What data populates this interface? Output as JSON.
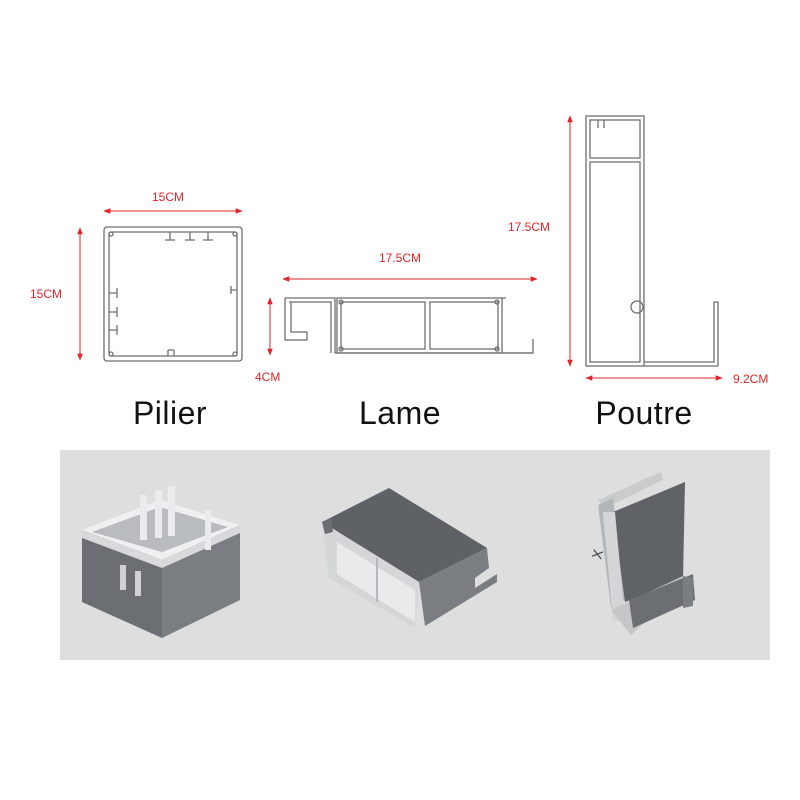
{
  "profiles": [
    {
      "name": "Pilier",
      "dims": {
        "width": "15CM",
        "height": "15CM"
      }
    },
    {
      "name": "Lame",
      "dims": {
        "width": "17.5CM",
        "height": "4CM"
      }
    },
    {
      "name": "Poutre",
      "dims": {
        "height": "17.5CM",
        "width": "9.2CM"
      }
    }
  ],
  "colors": {
    "dimension": "#e0262a",
    "profile_stroke": "#6f6f6f",
    "aluminium": "#c9cbcd",
    "coating": "#6b6f73",
    "photo_bg": "#dedede"
  }
}
